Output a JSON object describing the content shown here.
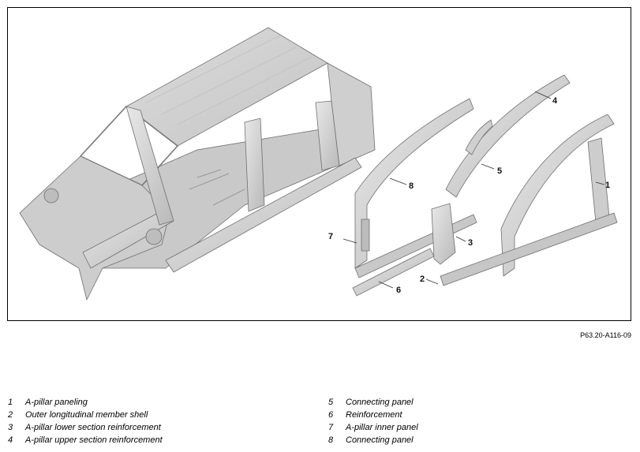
{
  "figure_ref": "P63.20-A116-09",
  "callouts": [
    "1",
    "2",
    "3",
    "4",
    "5",
    "6",
    "7",
    "8"
  ],
  "legend_left": [
    {
      "num": "1",
      "label": "A-pillar paneling"
    },
    {
      "num": "2",
      "label": "Outer longitudinal member shell"
    },
    {
      "num": "3",
      "label": "A-pillar lower section reinforcement"
    },
    {
      "num": "4",
      "label": "A-pillar upper section reinforcement"
    }
  ],
  "legend_right": [
    {
      "num": "5",
      "label": "Connecting panel"
    },
    {
      "num": "6",
      "label": "Reinforcement"
    },
    {
      "num": "7",
      "label": "A-pillar inner panel"
    },
    {
      "num": "8",
      "label": "Connecting panel"
    }
  ],
  "colors": {
    "part_fill": "#d6d6d6",
    "part_shade": "#b4b4b4",
    "part_edge": "#6f6f6f",
    "frame": "#000000"
  }
}
